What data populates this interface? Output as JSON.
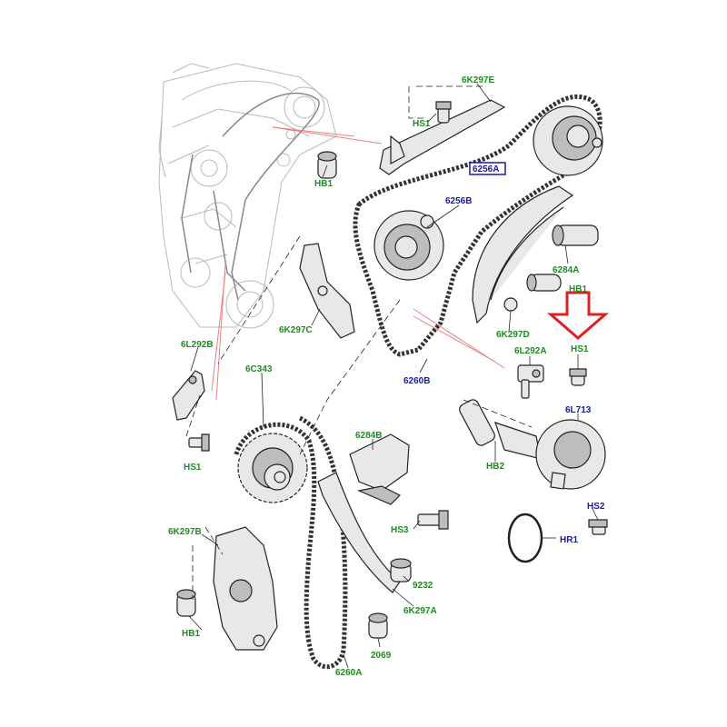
{
  "labels": {
    "l_6K297E": "6K297E",
    "l_HS1_top": "HS1",
    "l_HB1_top": "HB1",
    "l_6256A": "6256A",
    "l_6256B": "6256B",
    "l_6284A": "6284A",
    "l_HB1_mid": "HB1",
    "l_6K297C": "6K297C",
    "l_6K297D": "6K297D",
    "l_6L292B": "6L292B",
    "l_6C343": "6C343",
    "l_6260B": "6260B",
    "l_6L292A": "6L292A",
    "l_HS1_right": "HS1",
    "l_6L713": "6L713",
    "l_HS1_left": "HS1",
    "l_6284B": "6284B",
    "l_HB2": "HB2",
    "l_HS3": "HS3",
    "l_HS2": "HS2",
    "l_HR1": "HR1",
    "l_6K297B": "6K297B",
    "l_9232": "9232",
    "l_6K297A": "6K297A",
    "l_HB1_bot": "HB1",
    "l_2069": "2069",
    "l_6260A": "6260A"
  },
  "colors": {
    "part_number_green": "#1e8c1e",
    "part_number_blue": "#1a1aa0",
    "highlight_arrow_red": "#e02020",
    "highlight_box_blue": "#1a1aa0"
  },
  "highlight": {
    "arrow_target": "HS1",
    "boxed_label": "6256A"
  }
}
